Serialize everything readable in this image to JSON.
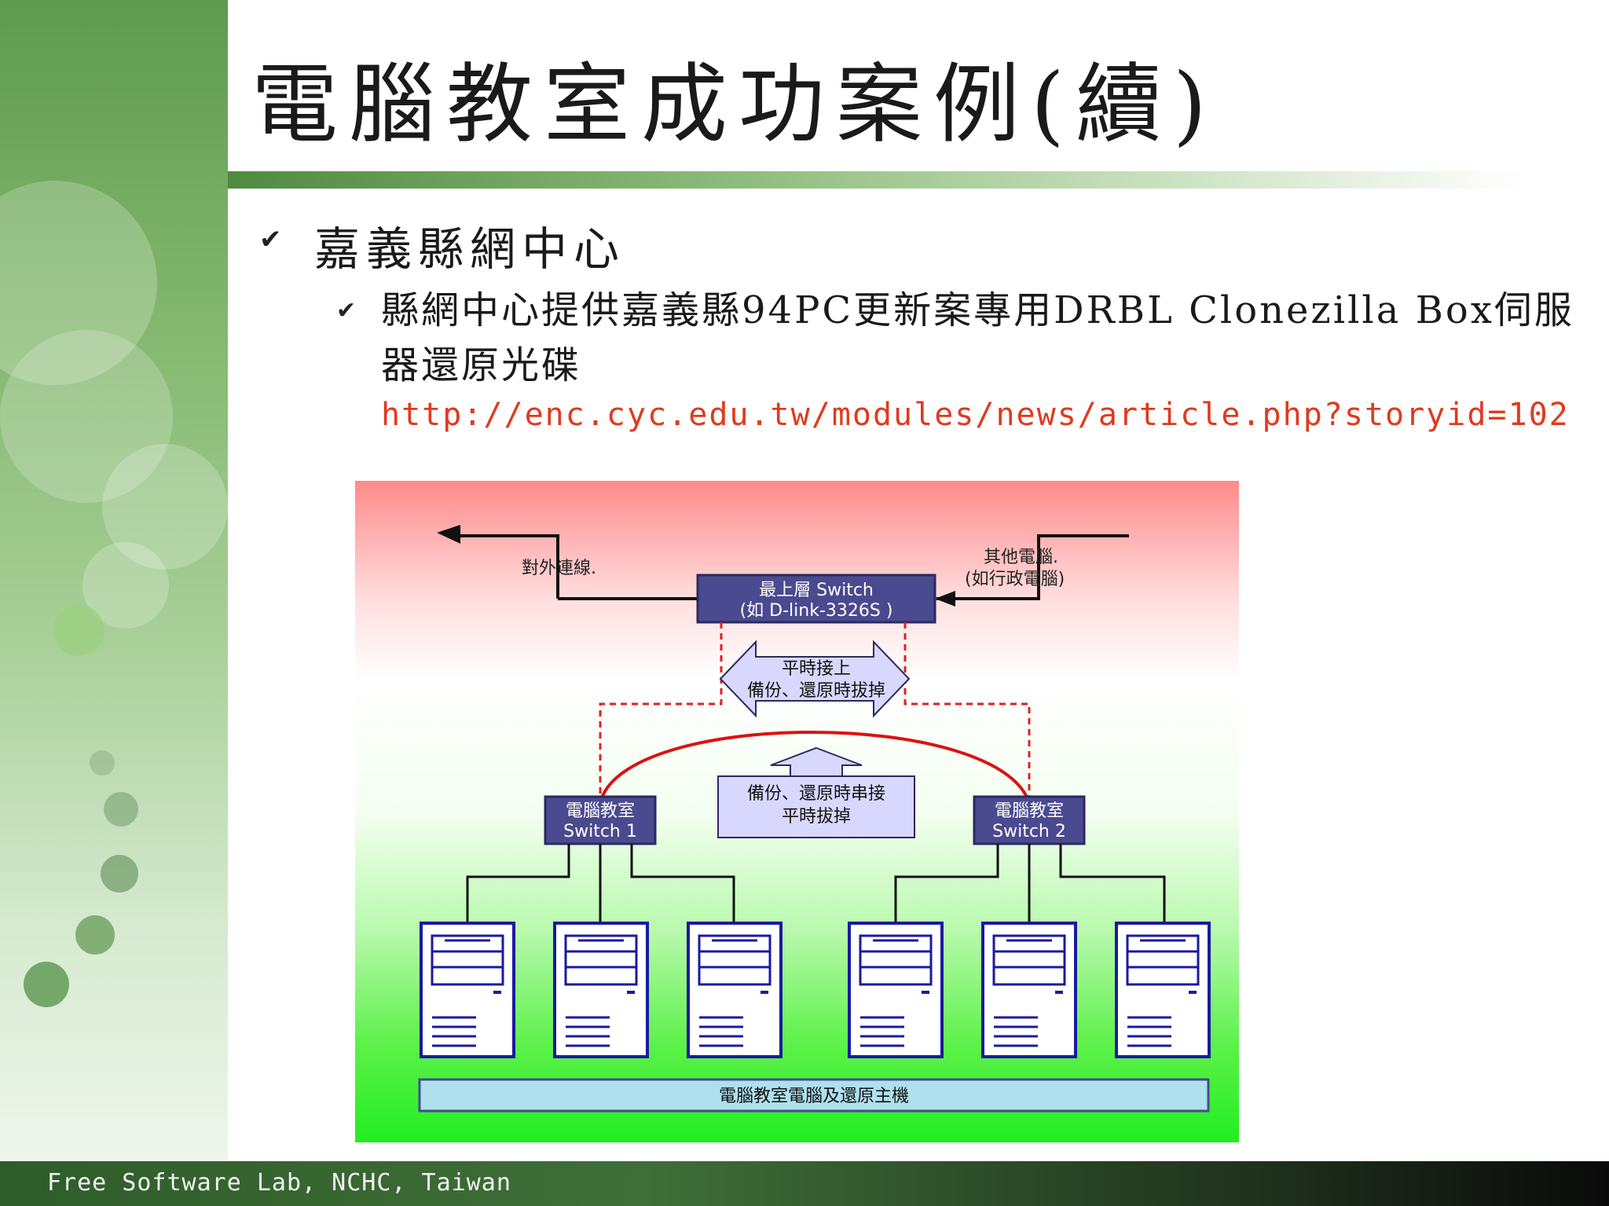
{
  "slide": {
    "title": "電腦教室成功案例(續)",
    "bullet1": "嘉義縣網中心",
    "bullet2": "縣網中心提供嘉義縣94PC更新案專用DRBL Clonezilla Box伺服器還原光碟",
    "url": "http://enc.cyc.edu.tw/modules/news/article.php?storyid=102",
    "bullet_glyph": "✔"
  },
  "diagram": {
    "outside_label": "對外連線.",
    "other_pc_line1": "其他電腦.",
    "other_pc_line2": "(如行政電腦)",
    "top_switch_line1": "最上層 Switch",
    "top_switch_line2": "(如 D-link-3326S )",
    "arrow_line1": "平時接上",
    "arrow_line2": "備份、還原時拔掉",
    "up_arrow_line1": "備份、還原時串接",
    "up_arrow_line2": "平時拔掉",
    "switch1_line1": "電腦教室",
    "switch1_line2": "Switch 1",
    "switch2_line1": "電腦教室",
    "switch2_line2": "Switch 2",
    "bottom_bar": "電腦教室電腦及還原主機"
  },
  "footer": {
    "text": "Free Software Lab, NCHC, Taiwan"
  },
  "colors": {
    "accent_green": "#5f9a4e",
    "url_red": "#e03a1e",
    "switch_box": "#4a4a90"
  }
}
